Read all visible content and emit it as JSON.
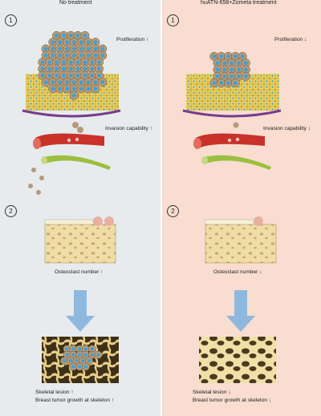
{
  "panels": {
    "left": {
      "header": "No treatment",
      "step1": "1",
      "step2": "2",
      "proliferation": "Proliferation ↑",
      "invasion": "Invasion capability ↑",
      "osteoclast": "Osteoclast number ↑",
      "lesion": "Skeletal lesion ↑",
      "growth": "Breast tumor growth at skeleton ↑"
    },
    "right": {
      "header": "huATN-658+Zometa treatment",
      "step1": "1",
      "step2": "2",
      "proliferation": "Proliferation ↓",
      "invasion": "Invasion capability ↓",
      "osteoclast": "Osteoclast number ↓",
      "lesion": "Skeletal lesion ↓",
      "growth": "Breast tumor growth at skeleton ↓"
    }
  },
  "colors": {
    "left_bg": "#e7ebee",
    "right_bg": "#f8ddd0",
    "tissue_cell": "#f2d45c",
    "tumor_cell": "#b79a78",
    "nucleus": "#3aa0d8",
    "basement": "#7a3c8c",
    "vessel": "#c8322b",
    "lymph": "#9bbf3e",
    "bone": "#efdca6",
    "bone_dark": "#4a3a1e",
    "arrow": "#8fb8df"
  }
}
